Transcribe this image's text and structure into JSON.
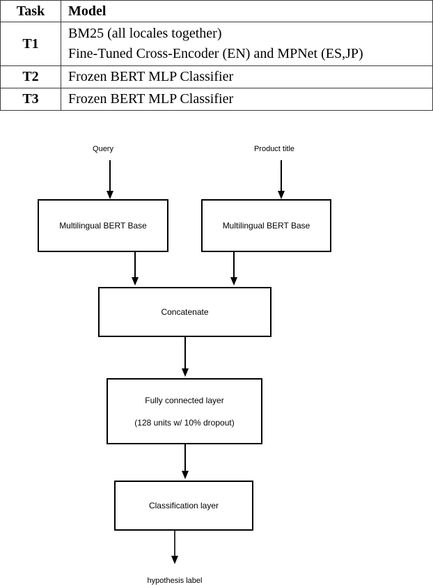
{
  "table": {
    "headers": [
      "Task",
      "Model"
    ],
    "rows": [
      {
        "task": "T1",
        "model_lines": [
          "BM25 (all locales together)",
          "Fine-Tuned Cross-Encoder (EN) and MPNet (ES,JP)"
        ]
      },
      {
        "task": "T2",
        "model_lines": [
          "Frozen BERT MLP Classifier"
        ]
      },
      {
        "task": "T3",
        "model_lines": [
          "Frozen BERT MLP Classifier"
        ]
      }
    ]
  },
  "diagram": {
    "input_labels": {
      "query": "Query",
      "product_title": "Product title"
    },
    "boxes": {
      "bert_left": "Multilingual BERT Base",
      "bert_right": "Multilingual BERT Base",
      "concatenate": "Concatenate",
      "fully_connected_title": "Fully connected layer",
      "fully_connected_detail": "(128 units w/ 10% dropout)",
      "classification": "Classification layer"
    },
    "output_label": "hypothesis label",
    "colors": {
      "box_stroke": "#000000",
      "arrow": "#000000",
      "text": "#000000",
      "table_border": "#3a3a3a",
      "background": "#ffffff"
    }
  }
}
